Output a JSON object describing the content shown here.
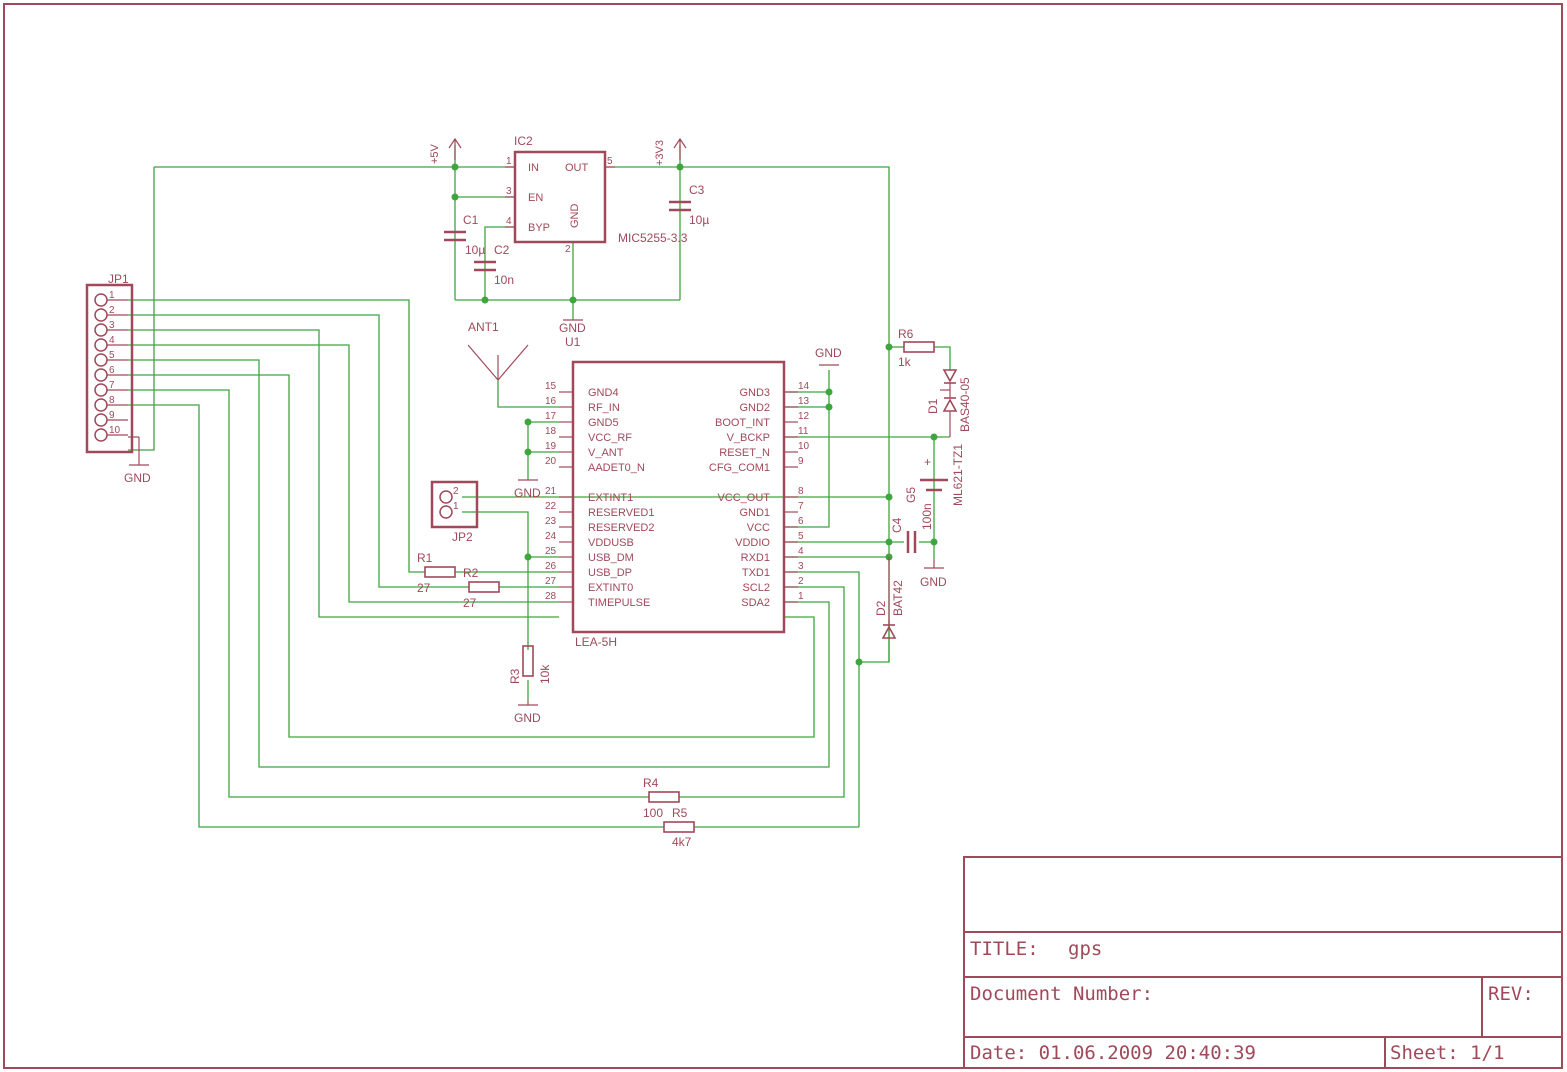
{
  "title_block": {
    "title_label": "TITLE:",
    "title_value": "gps",
    "document_number_label": "Document Number:",
    "rev_label": "REV:",
    "date_label": "Date: 01.06.2009 20:40:39",
    "sheet_label": "Sheet: 1/1"
  },
  "regulator": {
    "name": "IC2",
    "value": "MIC5255-3.3",
    "pins": {
      "in": "IN",
      "en": "EN",
      "byp": "BYP",
      "out": "OUT",
      "gnd": "GND"
    },
    "pin_numbers": {
      "in": "1",
      "en": "3",
      "byp": "4",
      "out": "5",
      "gnd": "2"
    }
  },
  "supply": {
    "v5": "+5V",
    "v33": "+3V3",
    "gnd": "GND"
  },
  "regulator_extra": {
    "u1": "U1"
  },
  "components": {
    "c1": "C1",
    "c1v": "10µ",
    "c2": "C2",
    "c2v": "10n",
    "c3": "C3",
    "c3v": "10µ",
    "c4": "C4",
    "c4v": "100n",
    "r1": "R1",
    "r1v": "27",
    "r2": "R2",
    "r2v": "27",
    "r3": "R3",
    "r3v": "10k",
    "r4": "R4",
    "r4v": "100",
    "r5": "R5",
    "r5v": "4k7",
    "r6": "R6",
    "r6v": "1k",
    "d1": "D1",
    "d1v": "BAS40-05",
    "d2": "D2",
    "d2v": "BAT42",
    "g5": "G5",
    "g5v": "ML621-TZ1",
    "ant": "ANT1",
    "jp1": "JP1",
    "jp2": "JP2"
  },
  "gps_module": {
    "name": "LEA-5H",
    "left_pins": [
      {
        "num": "15",
        "name": "GND4"
      },
      {
        "num": "16",
        "name": "RF_IN"
      },
      {
        "num": "17",
        "name": "GND5"
      },
      {
        "num": "18",
        "name": "VCC_RF"
      },
      {
        "num": "19",
        "name": "V_ANT"
      },
      {
        "num": "20",
        "name": "AADET0_N"
      },
      {
        "num": "21",
        "name": "EXTINT1"
      },
      {
        "num": "22",
        "name": "RESERVED1"
      },
      {
        "num": "23",
        "name": "RESERVED2"
      },
      {
        "num": "24",
        "name": "VDDUSB"
      },
      {
        "num": "25",
        "name": "USB_DM"
      },
      {
        "num": "26",
        "name": "USB_DP"
      },
      {
        "num": "27",
        "name": "EXTINT0"
      },
      {
        "num": "28",
        "name": "TIMEPULSE"
      }
    ],
    "right_pins": [
      {
        "num": "14",
        "name": "GND3"
      },
      {
        "num": "13",
        "name": "GND2"
      },
      {
        "num": "12",
        "name": "BOOT_INT"
      },
      {
        "num": "11",
        "name": "V_BCKP"
      },
      {
        "num": "10",
        "name": "RESET_N"
      },
      {
        "num": "9",
        "name": "CFG_COM1"
      },
      {
        "num": "8",
        "name": "VCC_OUT"
      },
      {
        "num": "7",
        "name": "GND1"
      },
      {
        "num": "6",
        "name": "VCC"
      },
      {
        "num": "5",
        "name": "VDDIO"
      },
      {
        "num": "4",
        "name": "RXD1"
      },
      {
        "num": "3",
        "name": "TXD1"
      },
      {
        "num": "2",
        "name": "SCL2"
      },
      {
        "num": "1",
        "name": "SDA2"
      }
    ]
  },
  "jp1_pins": [
    "1",
    "2",
    "3",
    "4",
    "5",
    "6",
    "7",
    "8",
    "9",
    "10"
  ],
  "jp2_pins": [
    "2",
    "1"
  ],
  "polarity_plus": "+"
}
